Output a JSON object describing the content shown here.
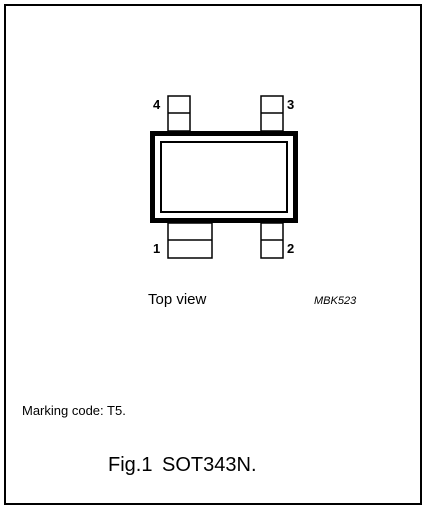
{
  "diagram": {
    "pins": [
      {
        "number": "4"
      },
      {
        "number": "3"
      },
      {
        "number": "1"
      },
      {
        "number": "2"
      }
    ],
    "view_label": "Top view",
    "drawing_code": "MBK523"
  },
  "marking_code": "Marking code: T5.",
  "figure_caption": "Fig.1  SOT343N.",
  "colors": {
    "line": "#000000",
    "background": "#ffffff"
  }
}
